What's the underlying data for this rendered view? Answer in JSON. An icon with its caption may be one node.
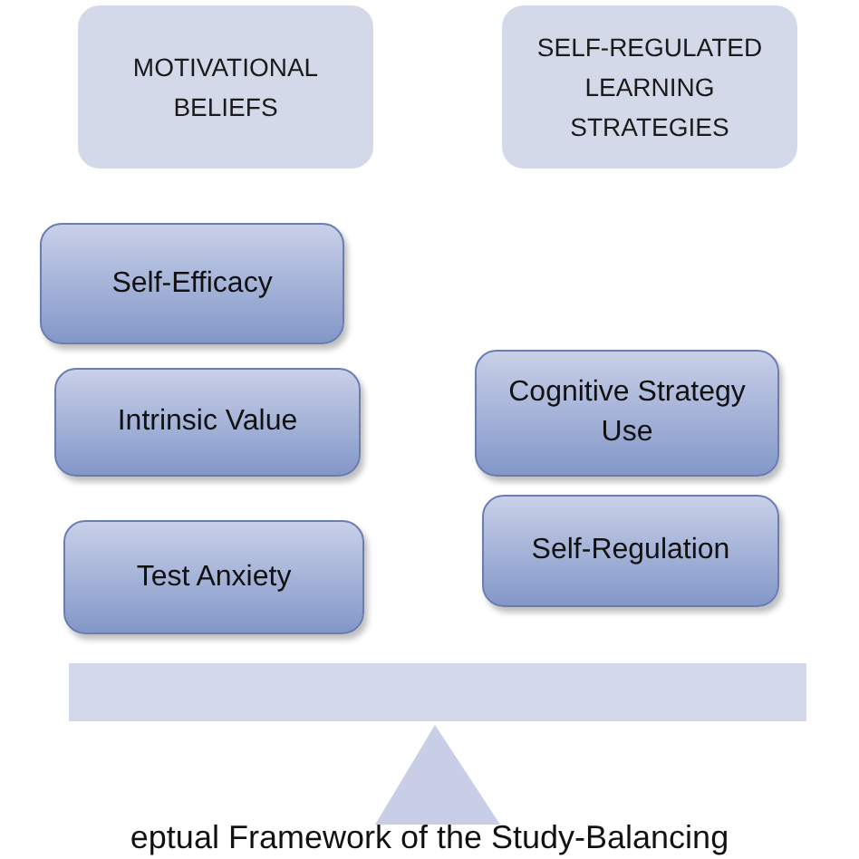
{
  "diagram": {
    "nodes": [
      {
        "text": [
          "MOTIVATIONAL BELIEFS"
        ]
      },
      {
        "text": [
          "SELF-REGULATED LEARNING STRATEGIES"
        ]
      },
      {
        "text": [
          "Self-Efficacy"
        ]
      },
      {
        "text": [
          "Intrinsic Value"
        ]
      },
      {
        "text": [
          "Test Anxiety"
        ]
      },
      {
        "text": [
          "Cognitive Strategy Use"
        ]
      },
      {
        "text": [
          "Self-Regulation"
        ]
      }
    ],
    "caption": "eptual Framework of the Study-Balancing"
  }
}
